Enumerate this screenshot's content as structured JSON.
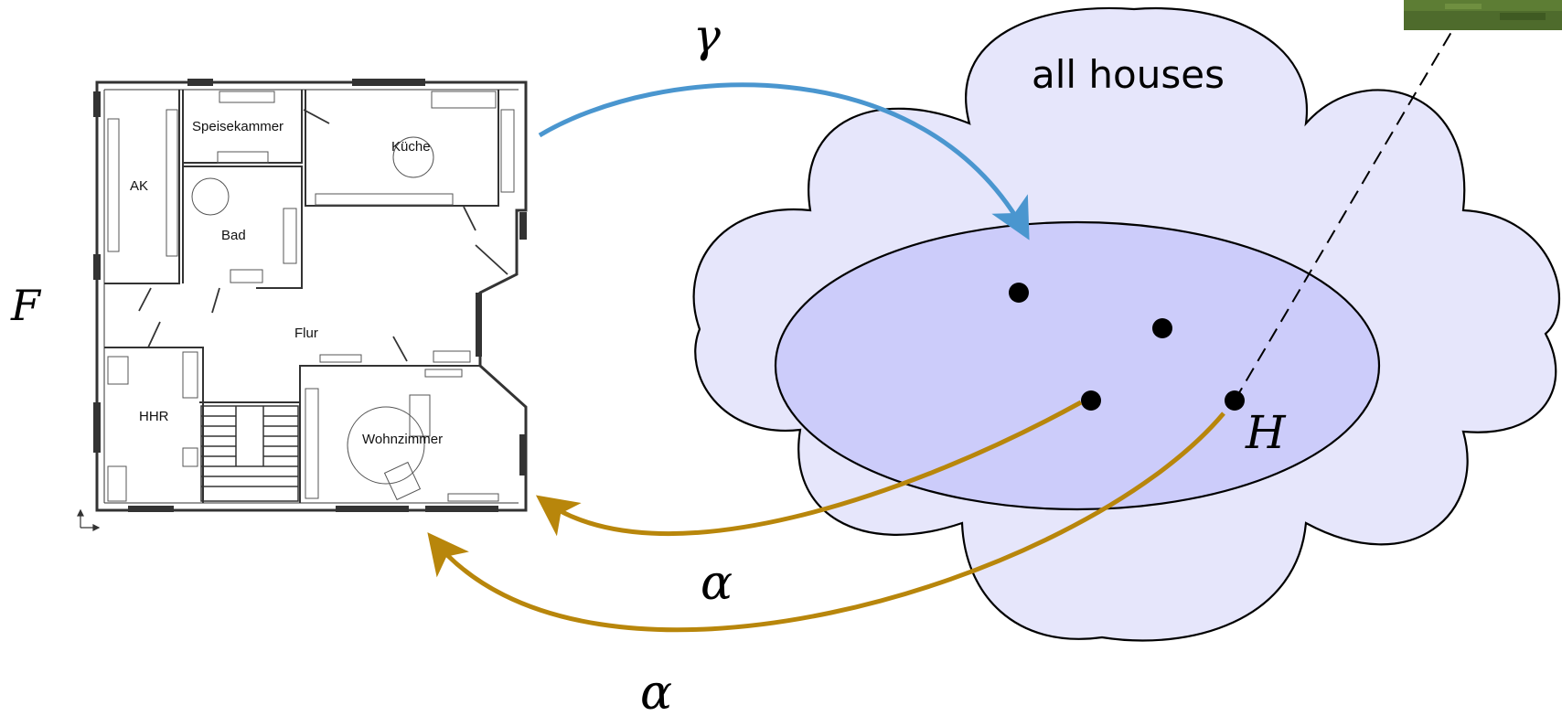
{
  "colors": {
    "cloud_fill": "#e6e6fb",
    "ellipse_fill": "#ccccfa",
    "gamma_arrow": "#4a96cf",
    "alpha_arrow": "#b8860b",
    "outline": "#000000",
    "floorplan_line": "#333333"
  },
  "labels": {
    "floorplan": "F",
    "gamma": "γ",
    "alpha_upper": "α",
    "alpha_lower": "α",
    "cloud_title": "all houses",
    "house_point": "H"
  },
  "rooms": [
    {
      "id": "ak",
      "label": "AK"
    },
    {
      "id": "speisekammer",
      "label": "Speisekammer"
    },
    {
      "id": "kueche",
      "label": "Küche"
    },
    {
      "id": "bad",
      "label": "Bad"
    },
    {
      "id": "flur",
      "label": "Flur"
    },
    {
      "id": "hhr",
      "label": "HHR"
    },
    {
      "id": "wohnzimmer",
      "label": "Wohnzimmer"
    }
  ],
  "icons": {
    "photo_thumbnail": "grass-photo-icon",
    "compass": "axis-origin-icon"
  }
}
